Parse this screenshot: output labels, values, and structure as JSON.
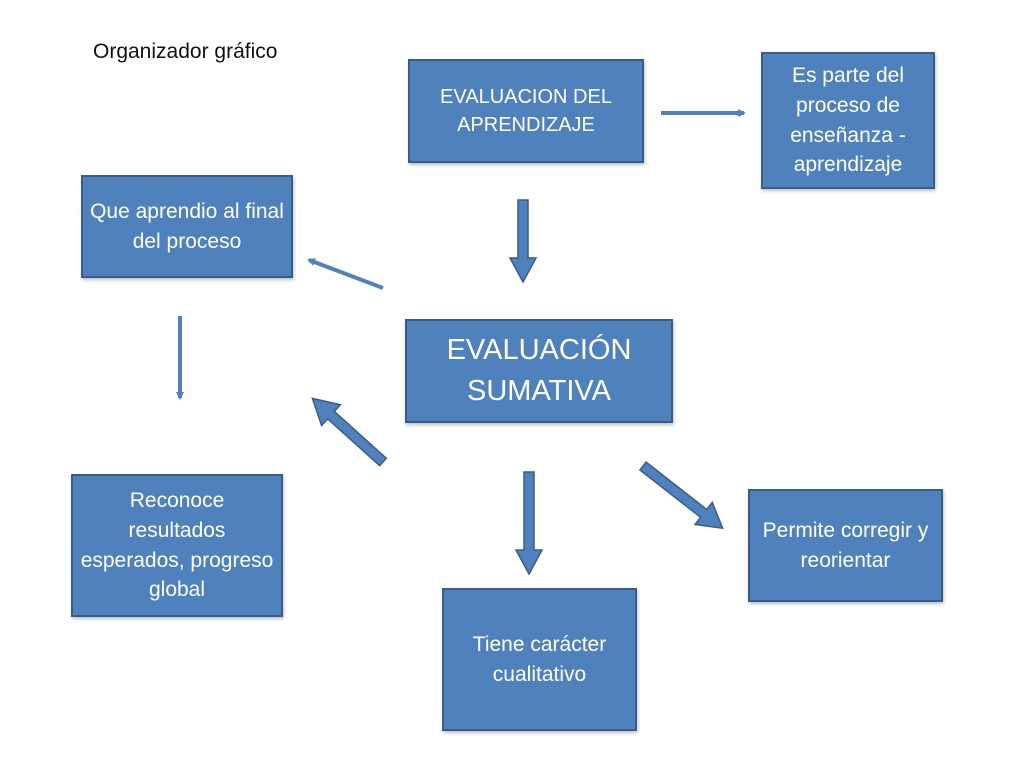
{
  "title": "Organizador gráfico",
  "nodes": {
    "top": "EVALUACION DEL APRENDIZAJE",
    "right": "Es parte del proceso de enseñanza - aprendizaje",
    "left": "Que aprendio al final del proceso",
    "center": "EVALUACIÓN SUMATIVA",
    "bottom_left": "Reconoce resultados esperados, progreso global",
    "bottom_right": "Permite corregir y reorientar",
    "bottom": "Tiene carácter cualitativo"
  },
  "colors": {
    "box_fill": "#4f81bd",
    "box_border": "#385d8a",
    "box_text": "#ffffff",
    "arrow": "#4f81bd",
    "arrow_border": "#385d8a"
  }
}
